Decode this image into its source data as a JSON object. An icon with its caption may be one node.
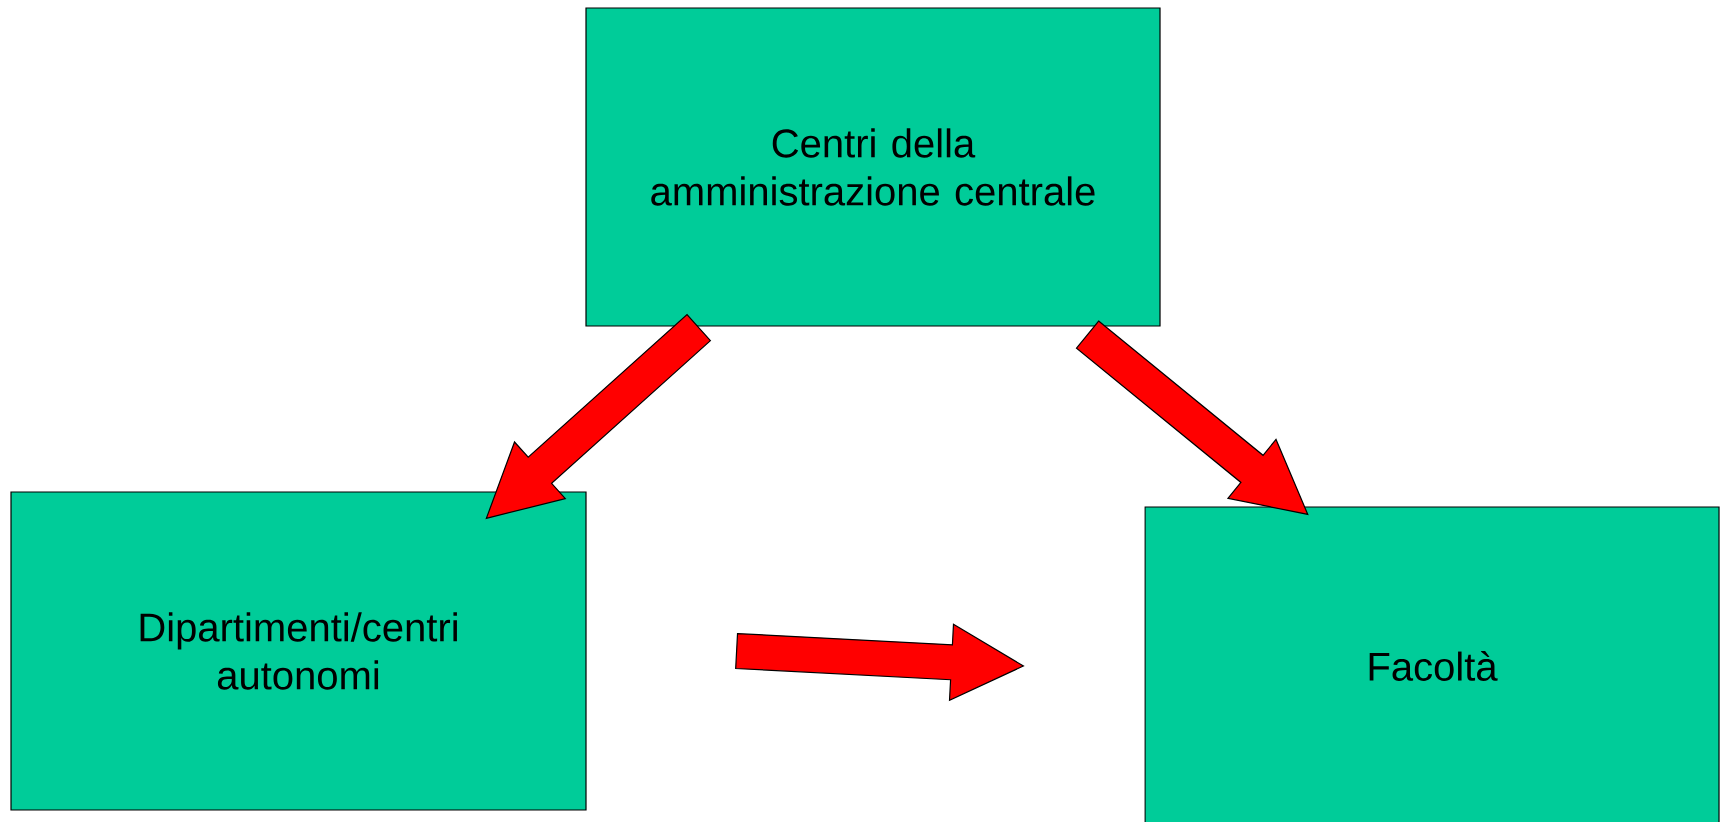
{
  "diagram": {
    "nodes": [
      {
        "text": [
          "Centri della amministrazione centrale"
        ]
      },
      {
        "text": [
          "Dipartimenti/centri autonomi"
        ]
      },
      {
        "text": [
          "Facoltà"
        ]
      }
    ],
    "edges": [
      {
        "from": 0,
        "to": 1,
        "arrow": "to"
      },
      {
        "from": 0,
        "to": 2,
        "arrow": "to"
      },
      {
        "from": 1,
        "to": 2,
        "arrow": "to"
      }
    ]
  }
}
